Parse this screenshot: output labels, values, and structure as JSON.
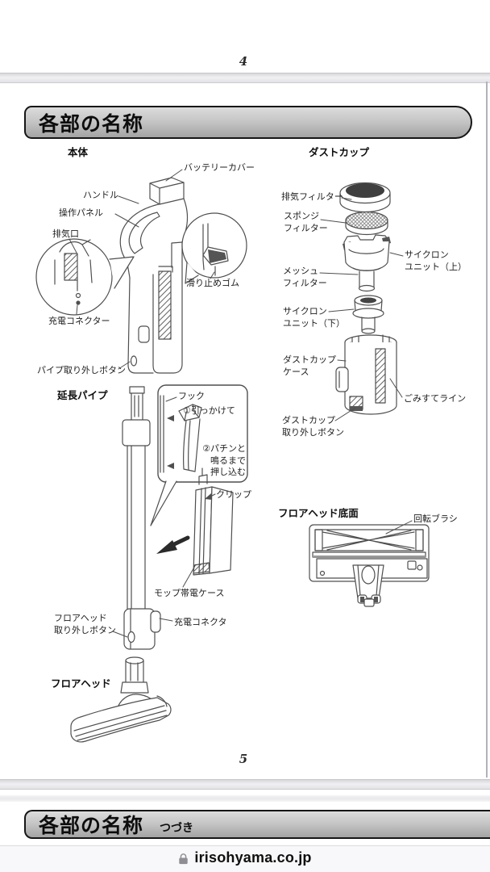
{
  "page4": {
    "number": "4"
  },
  "page5": {
    "number": "5"
  },
  "header": {
    "title": "各部の名称"
  },
  "header_continued": {
    "title": "各部の名称",
    "suffix": "つづき"
  },
  "sections": {
    "main_body": {
      "title": "本体",
      "labels": {
        "battery_cover": "バッテリーカバー",
        "handle": "ハンドル",
        "control_panel": "操作パネル",
        "exhaust_port": "排気口",
        "charge_connector": "充電コネクター",
        "pipe_release_button": "パイプ取り外しボタン",
        "anti_slip_rubber": "滑り止めゴム"
      }
    },
    "dust_cup": {
      "title": "ダストカップ",
      "labels": {
        "exhaust_filter": "排気フィルター",
        "sponge_filter": "スポンジ\nフィルター",
        "cyclone_unit_upper": "サイクロン\nユニット（上）",
        "mesh_filter": "メッシュ\nフィルター",
        "cyclone_unit_lower": "サイクロン\nユニット（下）",
        "dust_cup_case": "ダストカップ\nケース",
        "trash_line": "ごみすてライン",
        "dust_cup_release_button": "ダストカップ\n取り外しボタン"
      }
    },
    "extension_pipe": {
      "title": "延長パイプ",
      "labels": {
        "hook": "フック",
        "step1": "①引っかけて",
        "step2": "②パチンと\n鳴るまで\n押し込む",
        "clip": "クリップ",
        "mop_static_case": "モップ帯電ケース",
        "charge_connector": "充電コネクタ",
        "floor_head_release_button": "フロアヘッド\n取り外しボタン"
      }
    },
    "floor_head_bottom": {
      "title": "フロアヘッド底面",
      "labels": {
        "rotating_brush": "回転ブラシ"
      }
    },
    "floor_head": {
      "title": "フロアヘッド"
    }
  },
  "browser_bar": {
    "domain": "irisohyama.co.jp"
  }
}
